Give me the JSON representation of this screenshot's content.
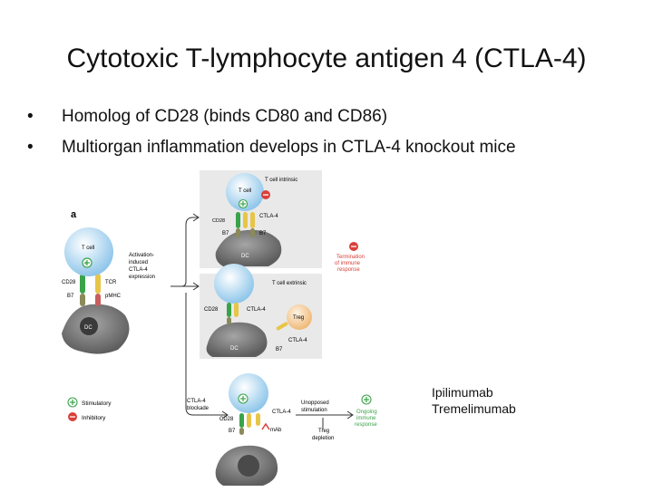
{
  "slide": {
    "title": "Cytotoxic T-lymphocyte antigen 4 (CTLA-4)",
    "bullets": [
      "Homolog of CD28 (binds CD80 and CD86)",
      "Multiorgan inflammation develops in CTLA-4 knockout mice"
    ],
    "drugs": [
      "Ipilimumab",
      "Tremelimumab"
    ]
  },
  "figure": {
    "panel_label": "a",
    "colors": {
      "t_cell": "#b7dcf2",
      "dc": "#7a7a7a",
      "stimulatory": "#3aa34a",
      "inhibitory": "#d9403a",
      "treg": "#f2c89a",
      "panel_bg": "#e6e6e6"
    },
    "left": {
      "t_cell": "T cell",
      "cd28": "CD28",
      "tcr": "TCR",
      "b7": "B7",
      "pmhc": "pMHC",
      "dc": "DC"
    },
    "activation_label": "Activation-induced CTLA-4 expression",
    "intrinsic": {
      "title": "T cell intrinsic",
      "t_cell": "T cell",
      "cd28": "CD28",
      "ctla4": "CTLA-4",
      "b7_left": "B7",
      "b7_right": "B7",
      "dc": "DC"
    },
    "termination_label": "Termination of immune response",
    "extrinsic": {
      "title": "T cell extrinsic",
      "cd28": "CD28",
      "ctla4": "CTLA-4",
      "treg": "Treg",
      "ctla4_b": "CTLA-4",
      "b7": "B7",
      "dc": "DC"
    },
    "blockade": {
      "label": "CTLA-4 blockade",
      "cd28": "CD28",
      "b7": "B7",
      "ctla4": "CTLA-4",
      "mab": "mAb",
      "unopposed": "Unopposed stimulation",
      "treg_depletion": "Treg depletion",
      "ongoing": "Ongoing immune response"
    },
    "legend": {
      "stimulatory": "Stimulatory",
      "inhibitory": "Inhibitory"
    }
  }
}
